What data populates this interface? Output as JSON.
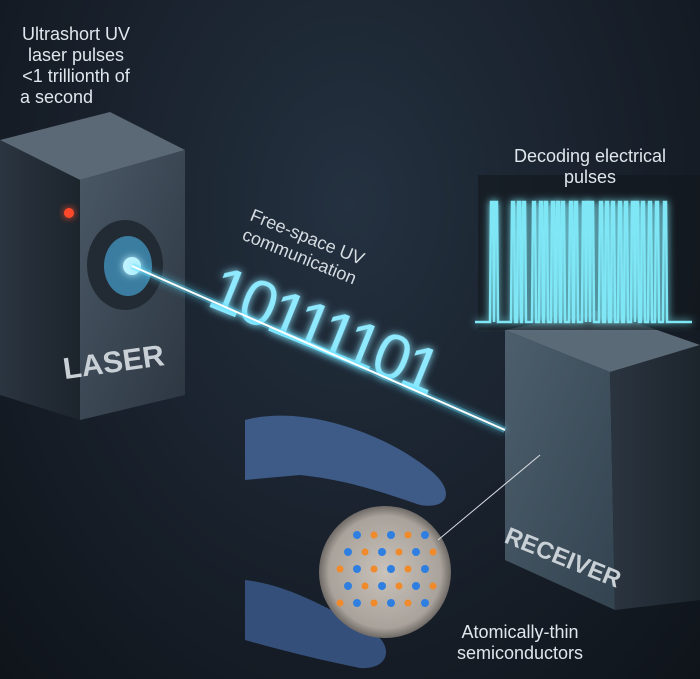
{
  "labels": {
    "laser_note": [
      "Ultrashort UV",
      "laser pulses",
      "<1 trillionth of",
      "a second"
    ],
    "beam_note": [
      "Free-space UV",
      "communication"
    ],
    "pulses_note": [
      "Decoding electrical",
      "pulses"
    ],
    "material_note": [
      "Atomically-thin",
      "semiconductors"
    ]
  },
  "laser_device_label": "LASER",
  "receiver_device_label": "RECEIVER",
  "binary_code": "10111101",
  "colors": {
    "beam": "#5fe0ff",
    "pulses": "#7fe6f5",
    "indicator": "#ff4a2a",
    "background": "#18202b"
  }
}
